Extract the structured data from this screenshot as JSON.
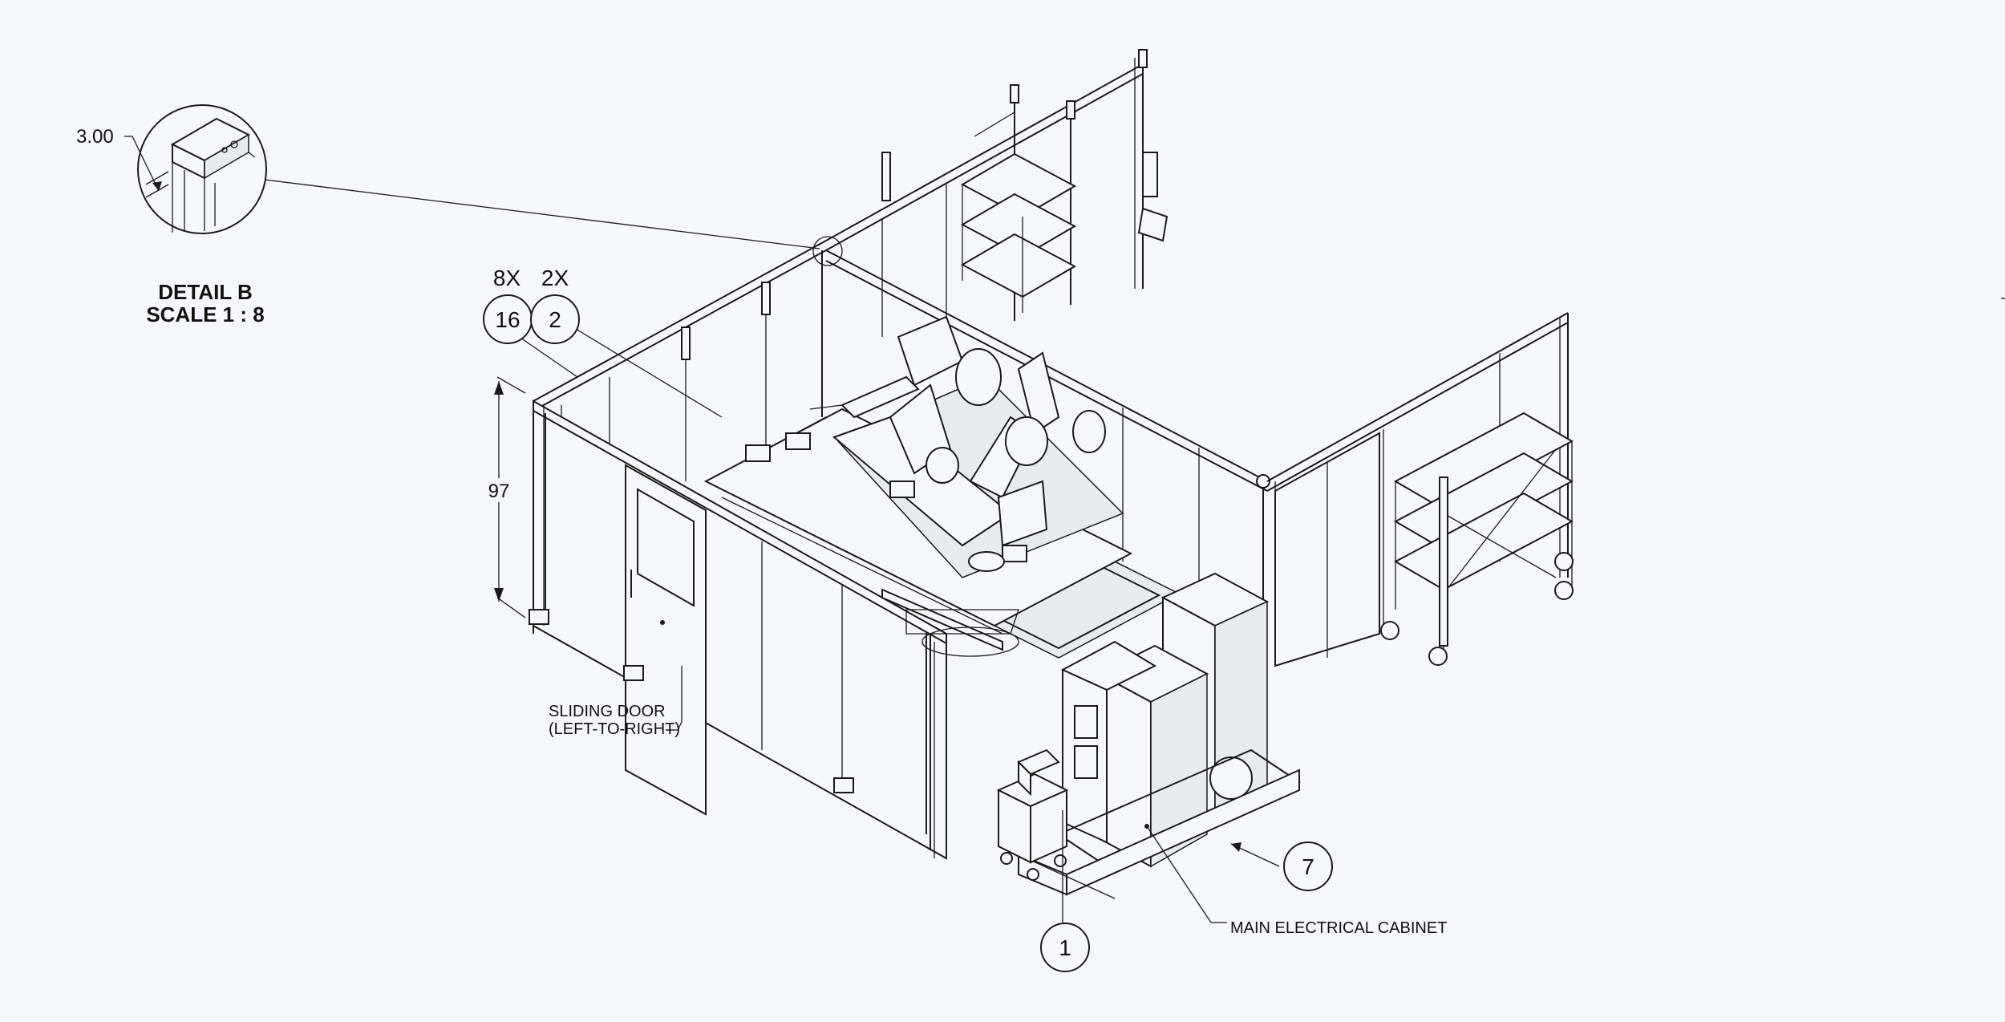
{
  "detail": {
    "title": "DETAIL B",
    "scale": "SCALE 1 : 8",
    "dimension": "3.00"
  },
  "dimensions": {
    "height": "97"
  },
  "balloons": [
    {
      "qty": "8X",
      "number": "16"
    },
    {
      "qty": "2X",
      "number": "2"
    },
    {
      "qty": "",
      "number": "7"
    },
    {
      "qty": "",
      "number": "1"
    }
  ],
  "notes": {
    "sliding_door_line1": "SLIDING DOOR",
    "sliding_door_line2": "(LEFT-TO-RIGHT)",
    "main_cabinet": "MAIN ELECTRICAL CABINET"
  }
}
